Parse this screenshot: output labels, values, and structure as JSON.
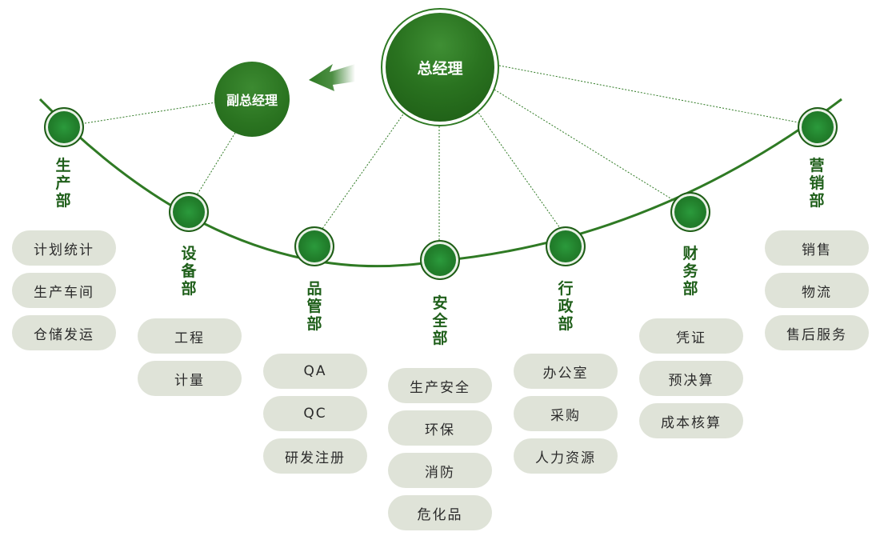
{
  "general_manager": "总经理",
  "deputy_general_manager": "副总经理",
  "colors": {
    "dark_green": "#1f5e17",
    "node_green": "#22802c",
    "pill_bg": "#dfe3d8",
    "line": "#2f7a24"
  },
  "departments": [
    {
      "key": "production",
      "name": "生产部",
      "items": [
        "计划统计",
        "生产车间",
        "仓储发运"
      ]
    },
    {
      "key": "equipment",
      "name": "设备部",
      "items": [
        "工程",
        "计量"
      ]
    },
    {
      "key": "quality",
      "name": "品管部",
      "items": [
        "QA",
        "QC",
        "研发注册"
      ]
    },
    {
      "key": "safety",
      "name": "安全部",
      "items": [
        "生产安全",
        "环保",
        "消防",
        "危化品"
      ]
    },
    {
      "key": "admin",
      "name": "行政部",
      "items": [
        "办公室",
        "采购",
        "人力资源"
      ]
    },
    {
      "key": "finance",
      "name": "财务部",
      "items": [
        "凭证",
        "预决算",
        "成本核算"
      ]
    },
    {
      "key": "sales",
      "name": "营销部",
      "items": [
        "销售",
        "物流",
        "售后服务"
      ]
    }
  ]
}
